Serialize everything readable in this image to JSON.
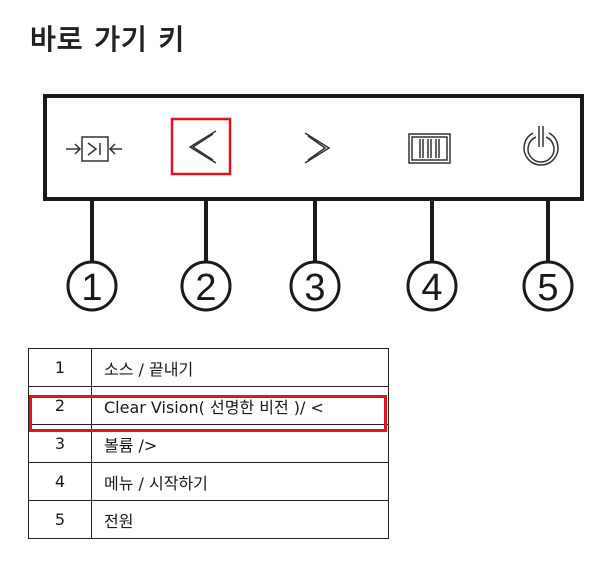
{
  "page_title": "바로 가기 키",
  "keys": [
    {
      "num": "1",
      "icon": "source-exit-icon",
      "desc": "소스 / 끝내기"
    },
    {
      "num": "2",
      "icon": "chevron-left-icon",
      "desc": "Clear Vision( 선명한 비전 )/ <"
    },
    {
      "num": "3",
      "icon": "chevron-right-icon",
      "desc": "볼륨 />"
    },
    {
      "num": "4",
      "icon": "menu-icon",
      "desc": "메뉴 / 시작하기"
    },
    {
      "num": "5",
      "icon": "power-icon",
      "desc": "전원"
    }
  ],
  "highlight_color": "#e0141e"
}
